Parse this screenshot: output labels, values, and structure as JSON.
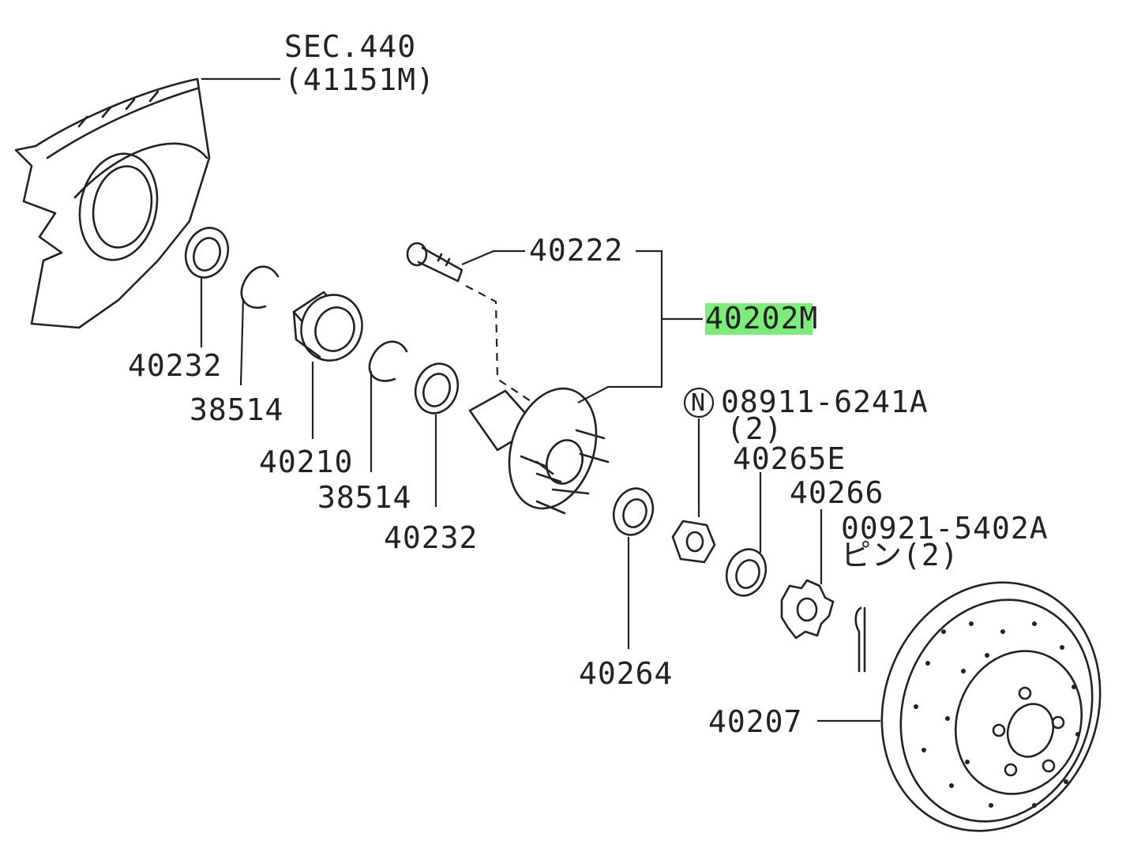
{
  "labels": {
    "sec_title": "SEC.440",
    "sec_part": "(41151M)",
    "bolt": "40222",
    "hub_assembly": "40202M",
    "seal_left": "40232",
    "snap_ring_left": "38514",
    "bearing": "40210",
    "snap_ring_right": "38514",
    "seal_right": "40232",
    "nut_code": "08911-6241A",
    "nut_qty": "(2)",
    "nut_circle": "N",
    "washer_code": "40265E",
    "lock_cap": "40266",
    "pin_code": "00921-5402A",
    "pin_desc": "ピン(2)",
    "spacer": "40264",
    "rotor": "40207"
  },
  "highlight_color": "#7dec7d"
}
